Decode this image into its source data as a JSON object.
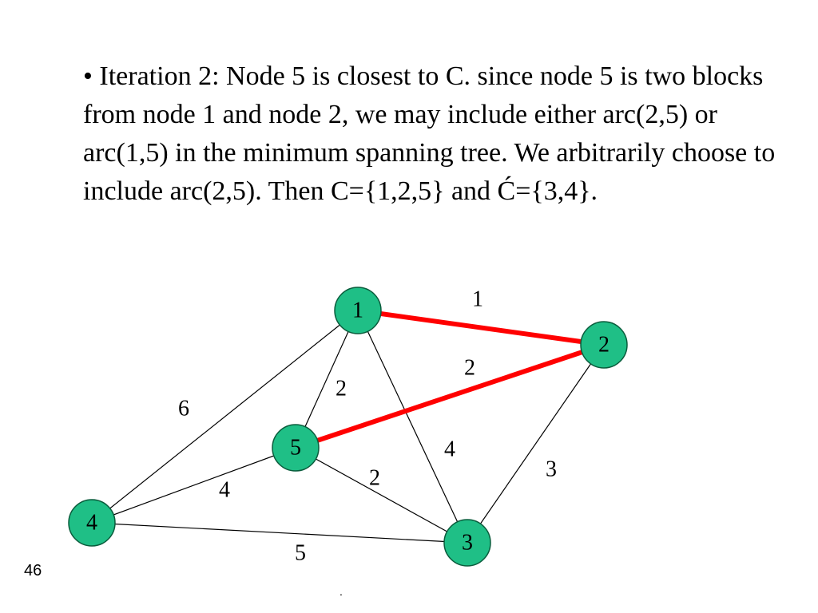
{
  "slide": {
    "bullet": "•",
    "text": "Iteration 2: Node 5 is closest to C. since node 5 is two blocks from node 1 and node 2, we may include either arc(2,5) or arc(1,5) in the minimum spanning tree. We arbitrarily choose to include arc(2,5). Then C={1,2,5} and Ć={3,4}.",
    "page_number": "46",
    "footer_mark": "."
  },
  "graph": {
    "colors": {
      "node_fill": "#1fbf86",
      "node_stroke": "#0a5c3c",
      "edge": "#000000",
      "selected_edge": "#ff0000"
    },
    "nodes": [
      {
        "id": "1",
        "label": "1"
      },
      {
        "id": "2",
        "label": "2"
      },
      {
        "id": "3",
        "label": "3"
      },
      {
        "id": "4",
        "label": "4"
      },
      {
        "id": "5",
        "label": "5"
      }
    ],
    "edges": [
      {
        "from": "1",
        "to": "2",
        "weight": "1",
        "selected": true
      },
      {
        "from": "2",
        "to": "5",
        "weight": "2",
        "selected": true
      },
      {
        "from": "1",
        "to": "5",
        "weight": "2",
        "selected": false
      },
      {
        "from": "1",
        "to": "4",
        "weight": "6",
        "selected": false
      },
      {
        "from": "1",
        "to": "3",
        "weight": "4",
        "selected": false
      },
      {
        "from": "2",
        "to": "3",
        "weight": "3",
        "selected": false
      },
      {
        "from": "5",
        "to": "3",
        "weight": "2",
        "selected": false
      },
      {
        "from": "5",
        "to": "4",
        "weight": "4",
        "selected": false
      },
      {
        "from": "4",
        "to": "3",
        "weight": "5",
        "selected": false
      }
    ]
  }
}
